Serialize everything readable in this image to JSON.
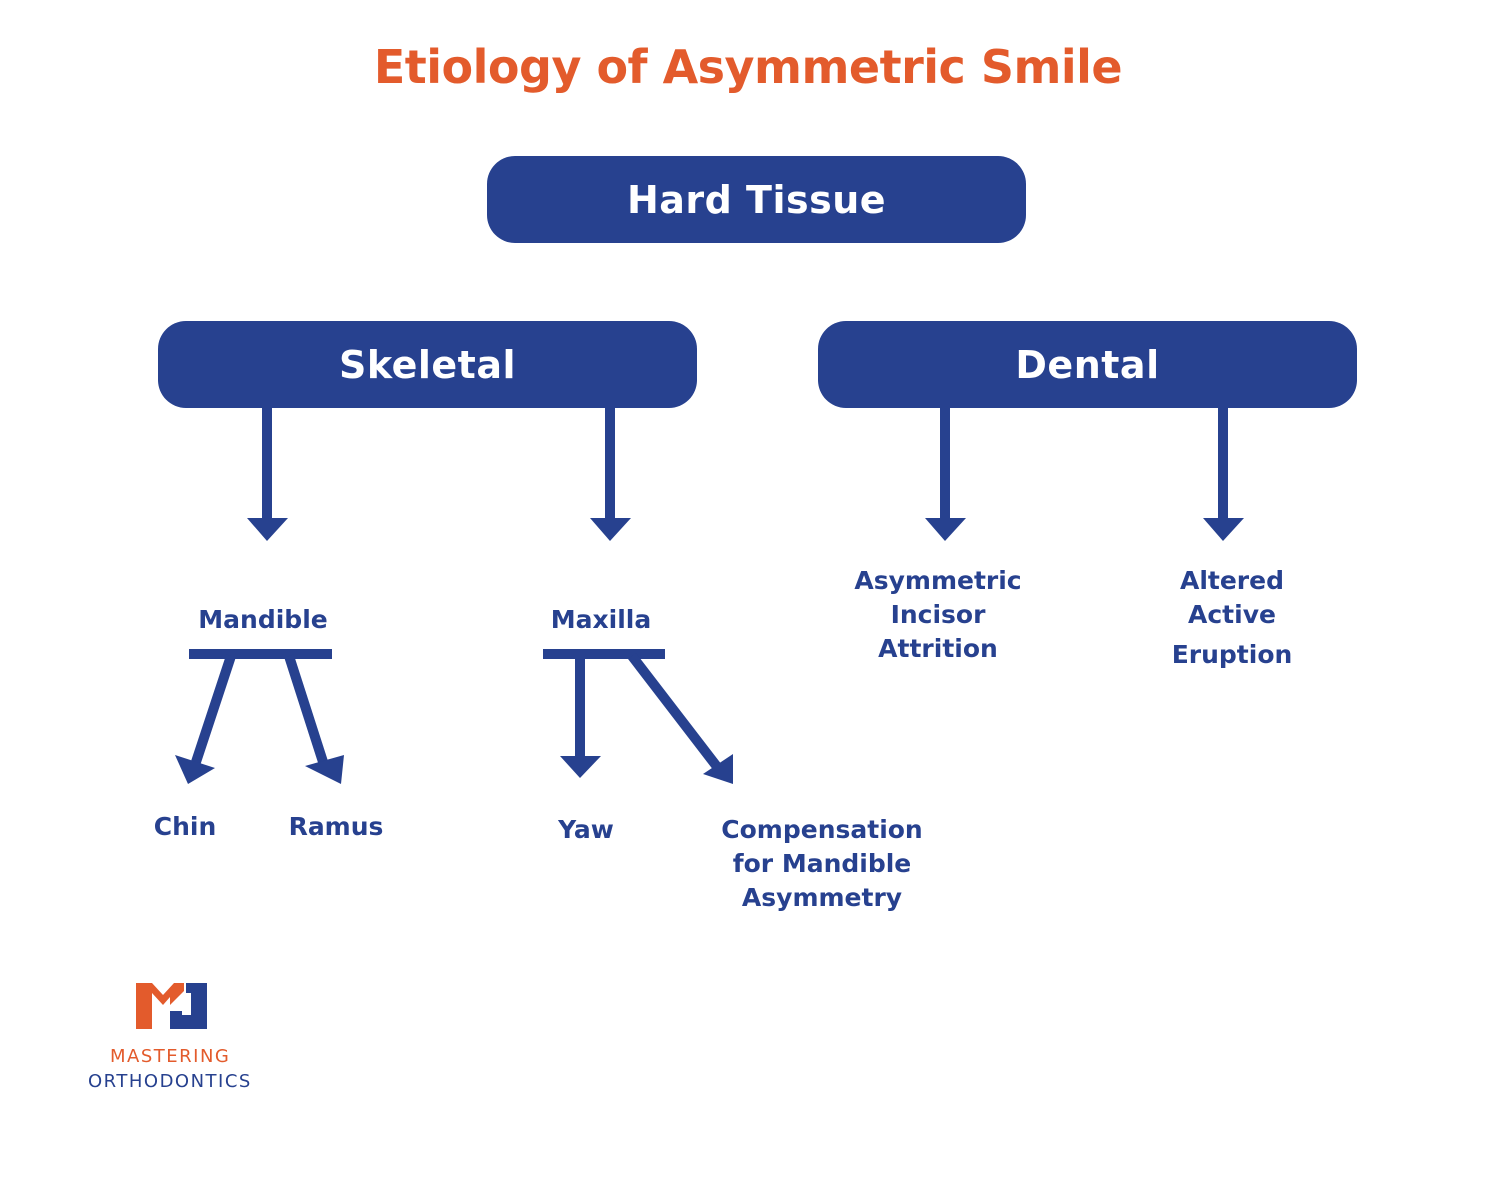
{
  "title": "Etiology of Asymmetric Smile",
  "colors": {
    "primary": "#27418f",
    "accent": "#e35b2c",
    "background": "#ffffff"
  },
  "nodes": {
    "root": "Hard Tissue",
    "skeletal": "Skeletal",
    "dental": "Dental",
    "mandible": "Mandible",
    "maxilla": "Maxilla",
    "chin": "Chin",
    "ramus": "Ramus",
    "yaw": "Yaw",
    "compensation": [
      "Compensation",
      "for Mandible",
      "Asymmetry"
    ],
    "incisor_attrition": [
      "Asymmetric",
      "Incisor",
      "Attrition"
    ],
    "altered_eruption": [
      "Altered",
      "Active",
      "Eruption"
    ]
  },
  "edges": [
    [
      "Skeletal",
      "Mandible"
    ],
    [
      "Skeletal",
      "Maxilla"
    ],
    [
      "Dental",
      "Asymmetric Incisor Attrition"
    ],
    [
      "Dental",
      "Altered Active Eruption"
    ],
    [
      "Mandible",
      "Chin"
    ],
    [
      "Mandible",
      "Ramus"
    ],
    [
      "Maxilla",
      "Yaw"
    ],
    [
      "Maxilla",
      "Compensation for Mandible Asymmetry"
    ]
  ],
  "logo": {
    "mark": "MO",
    "line1": "MASTERING",
    "line2": "ORTHODONTICS"
  }
}
